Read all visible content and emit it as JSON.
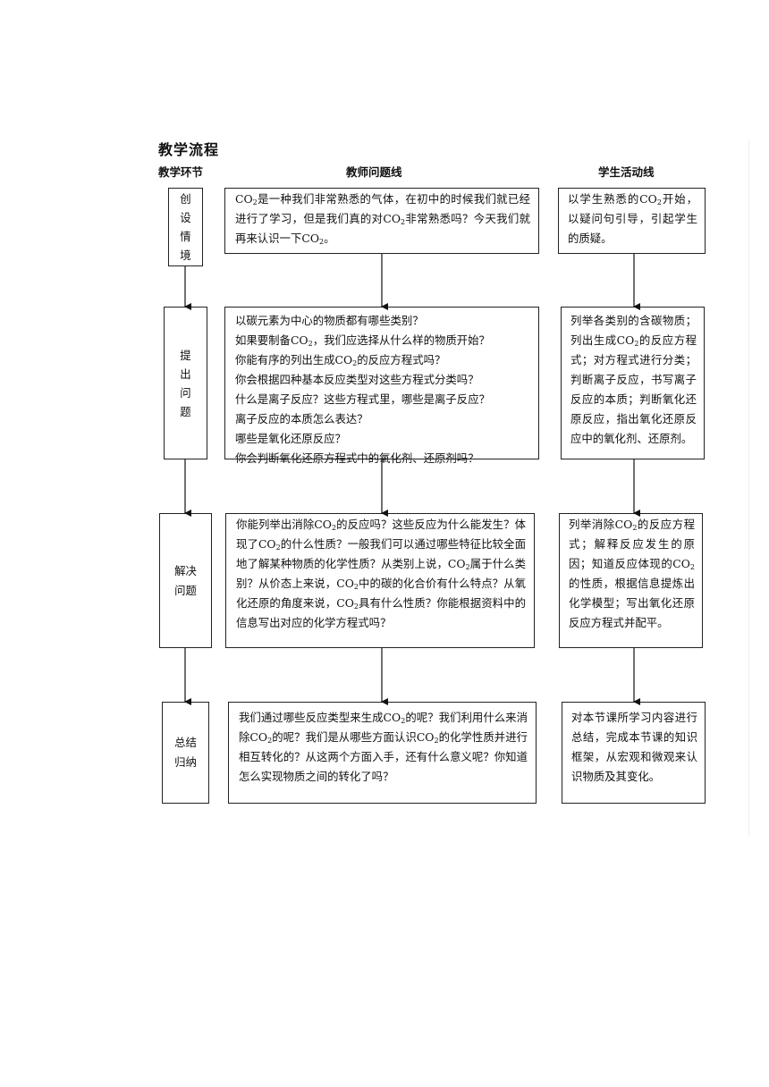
{
  "title": "教学流程",
  "headers": {
    "stage": "教学环节",
    "teacher": "教师问题线",
    "student": "学生活动线"
  },
  "rows": [
    {
      "stage": "创设情境",
      "teacher": "CO₂是一种我们非常熟悉的气体，在初中的时候我们就已经进行了学习，但是我们真的对CO₂非常熟悉吗？今天我们就再来认识一下CO₂。",
      "student": "以学生熟悉的CO₂开始，以疑问句引导，引起学生的质疑。"
    },
    {
      "stage": "提出问题",
      "teacher": "以碳元素为中心的物质都有哪些类别？\n如果要制备CO₂，我们应选择从什么样的物质开始？\n你能有序的列出生成CO₂的反应方程式吗？\n你会根据四种基本反应类型对这些方程式分类吗？\n什么是离子反应？这些方程式里，哪些是离子反应？\n离子反应的本质怎么表达？\n哪些是氧化还原反应？\n你会判断氧化还原方程式中的氧化剂、还原剂吗？",
      "student": "列举各类别的含碳物质；列出生成CO₂的反应方程式；对方程式进行分类；判断离子反应，书写离子反应的本质；判断氧化还原反应，指出氧化还原反应中的氧化剂、还原剂。"
    },
    {
      "stage": "解决问题",
      "teacher": "你能列举出消除CO₂的反应吗？这些反应为什么能发生？体现了CO₂的什么性质？一般我们可以通过哪些特征比较全面地了解某种物质的化学性质？从类别上说，CO₂属于什么类别？从价态上来说，CO₂中的碳的化合价有什么特点？从氧化还原的角度来说，CO₂具有什么性质？你能根据资料中的信息写出对应的化学方程式吗？",
      "student": "列举消除CO₂的反应方程式；解释反应发生的原因；知道反应体现的CO₂的性质，根据信息提炼出化学模型；写出氧化还原反应方程式并配平。"
    },
    {
      "stage": "总结归纳",
      "teacher": "我们通过哪些反应类型来生成CO₂的呢？我们利用什么来消除CO₂的呢？我们是从哪些方面认识CO₂的化学性质并进行相互转化的？从这两个方面入手，还有什么意义呢？你知道怎么实现物质之间的转化了吗？",
      "student": "对本节课所学习内容进行总结，完成本节课的知识框架，从宏观和微观来认识物质及其变化。"
    }
  ]
}
